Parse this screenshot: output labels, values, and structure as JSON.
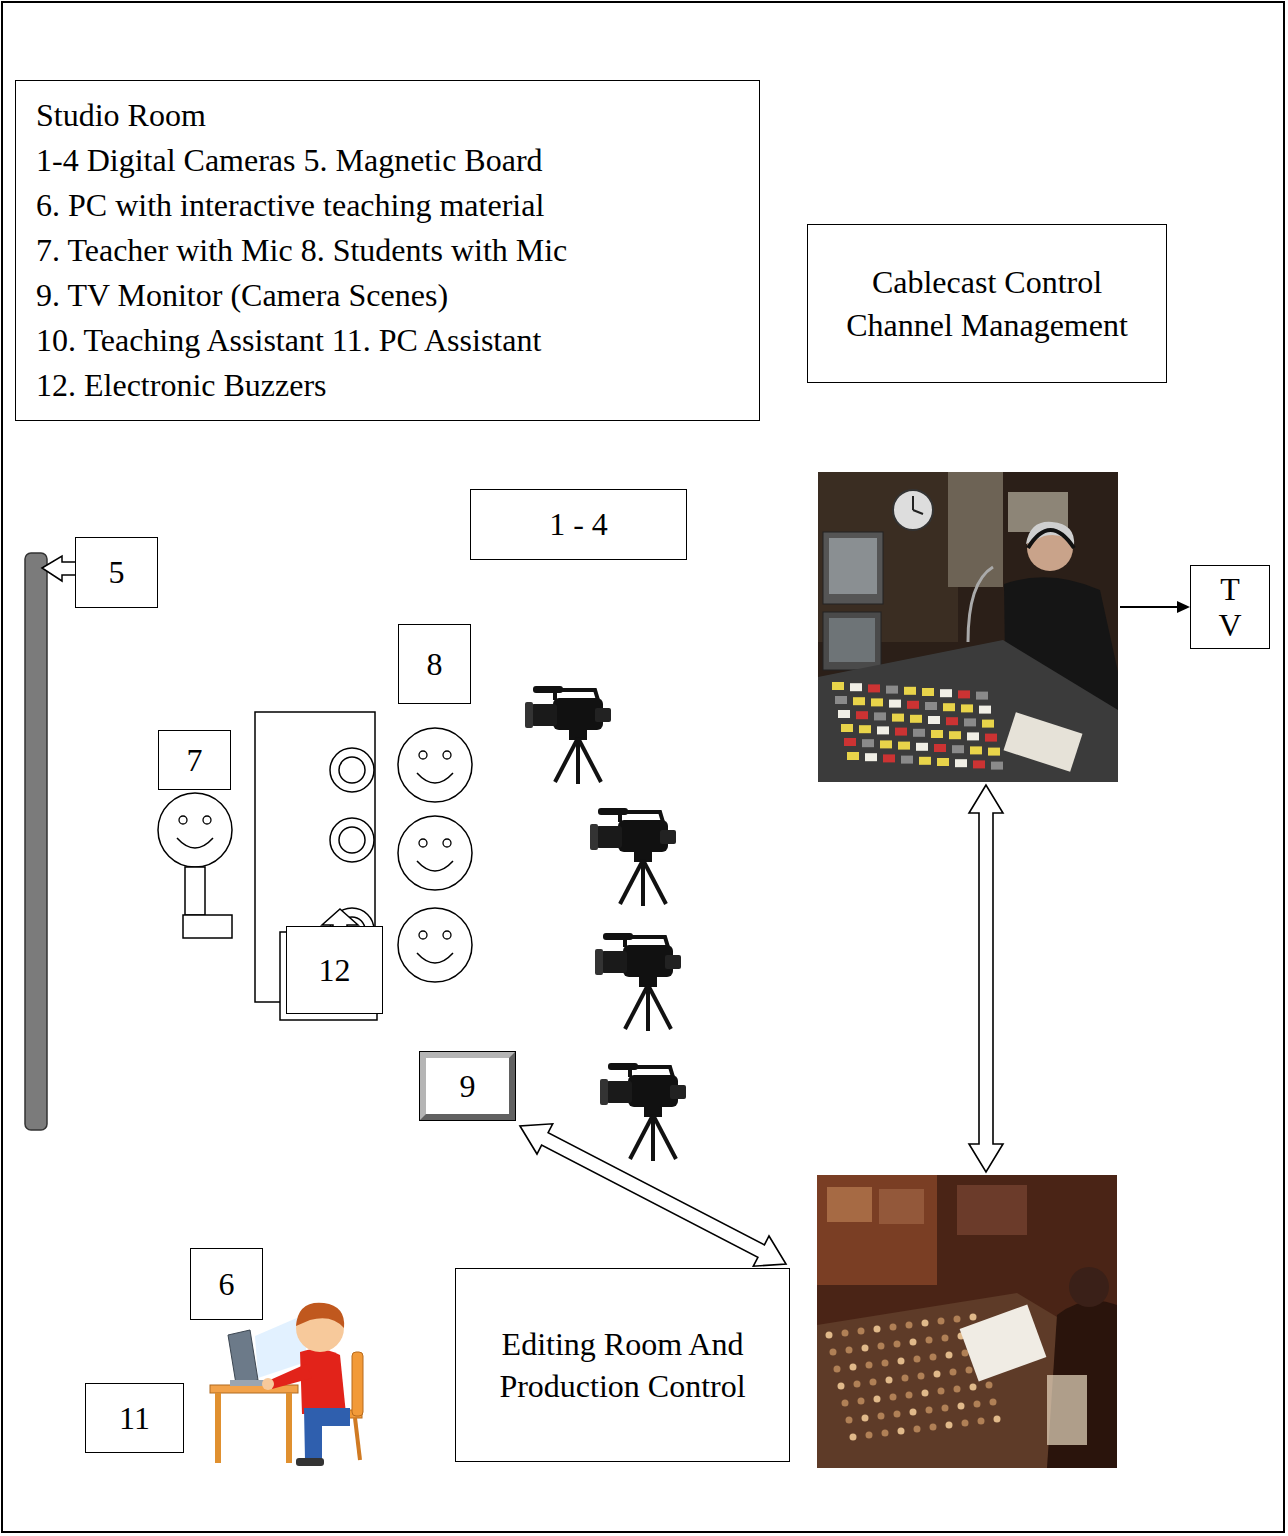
{
  "diagram": {
    "nodes": [
      {
        "text": [
          "Studio Room",
          "1-4 Digital Cameras 5. Magnetic Board",
          "6. PC with interactive teaching material",
          "7. Teacher with Mic 8. Students with Mic",
          "9. TV Monitor (Camera Scenes)",
          "10. Teaching Assistant 11. PC Assistant",
          "12. Electronic Buzzers"
        ]
      },
      {
        "text": [
          "Cablecast Control Channel Management"
        ]
      },
      {
        "text": [
          "1 - 4"
        ]
      },
      {
        "text": [
          "5"
        ]
      },
      {
        "text": [
          "T V"
        ]
      },
      {
        "text": [
          "8"
        ]
      },
      {
        "text": [
          "7"
        ]
      },
      {
        "text": [
          "12"
        ]
      },
      {
        "text": [
          "9"
        ]
      },
      {
        "text": [
          "6"
        ]
      },
      {
        "text": [
          "Editing Room And Production Control"
        ]
      },
      {
        "text": [
          "11"
        ]
      }
    ],
    "edges": [
      {
        "from": 1,
        "to": 4,
        "arrow": "to"
      },
      {
        "from": 1,
        "to": 10,
        "arrow": "both"
      },
      {
        "from": 8,
        "to": 10,
        "arrow": "both"
      }
    ]
  }
}
